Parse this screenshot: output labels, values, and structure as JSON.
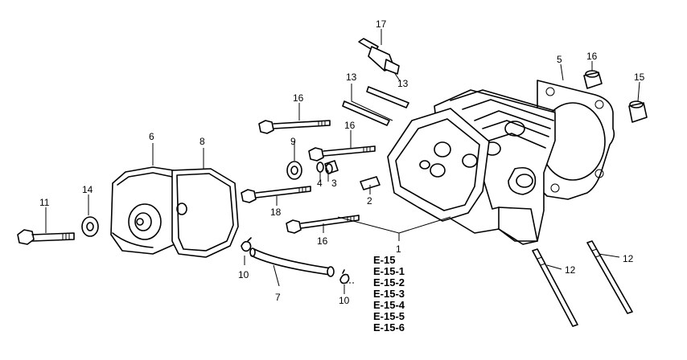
{
  "callouts": {
    "c1": "1",
    "c2": "2",
    "c3": "3",
    "c4": "4",
    "c5": "5",
    "c6": "6",
    "c7": "7",
    "c8": "8",
    "c9": "9",
    "c10a": "10",
    "c10b": "10",
    "c11": "11",
    "c12a": "12",
    "c12b": "12",
    "c13a": "13",
    "c13b": "13",
    "c14": "14",
    "c15": "15",
    "c16a": "16",
    "c16b": "16",
    "c16c": "16",
    "c16d": "16",
    "c17": "17",
    "c18": "18"
  },
  "references": [
    "E-15",
    "E-15-1",
    "E-15-2",
    "E-15-3",
    "E-15-4",
    "E-15-5",
    "E-15-6"
  ]
}
